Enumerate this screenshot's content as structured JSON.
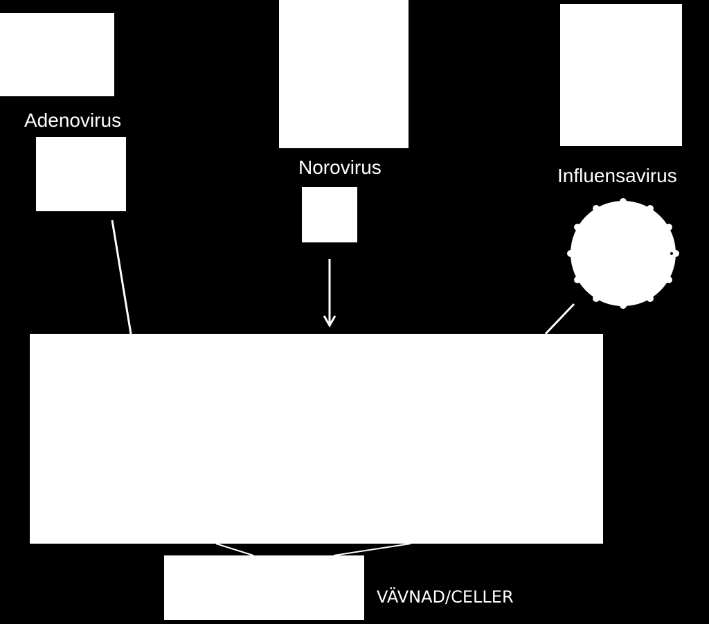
{
  "labels": {
    "adenovirus": "Adenovirus",
    "norovirus": "Norovirus",
    "influensavirus": "Influensavirus",
    "tissue": "VÄVNAD/CELLER"
  },
  "colors": {
    "background": "#000000",
    "foreground": "#ffffff"
  }
}
